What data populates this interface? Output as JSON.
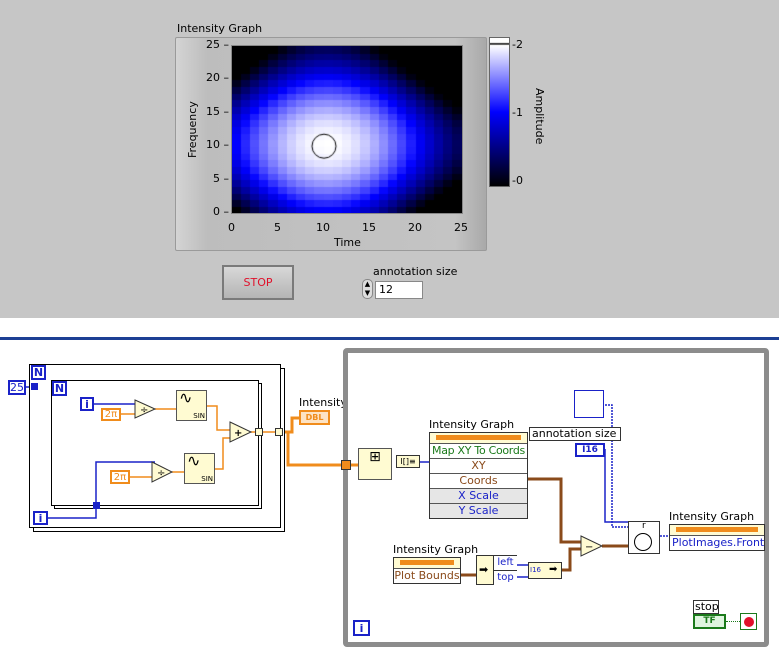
{
  "front_panel": {
    "graph": {
      "label": "Intensity Graph",
      "x_axis_label": "Time",
      "y_axis_label": "Frequency",
      "x_ticks": [
        "0",
        "5",
        "10",
        "15",
        "20",
        "25"
      ],
      "y_ticks": [
        "25",
        "20",
        "15",
        "10",
        "5",
        "0"
      ],
      "colorbar_label": "Amplitude",
      "colorbar_ticks": [
        "2",
        "1",
        "0"
      ],
      "grid_size": 25,
      "annotation_center": [
        10,
        10
      ],
      "colors": {
        "low": "#000000",
        "mid": "#0000ff",
        "high": "#ffffff"
      }
    },
    "stop_button": "STOP",
    "annotation_size": {
      "label": "annotation size",
      "value": "12"
    }
  },
  "block_diagram": {
    "loop_count_label": "N",
    "loop_count_value": "25",
    "iteration_label": "i",
    "two_pi": "2π",
    "sin_label": "SIN",
    "intensity_label": "Intensity",
    "dbl_terminal": "DBL",
    "property_node_top": {
      "label": "Intensity Graph",
      "rows": [
        "Map XY To Coords",
        "XY",
        "Coords",
        "X Scale",
        "Y Scale"
      ]
    },
    "annotation_label": "annotation size",
    "i16": "I16",
    "plot_bounds_node": {
      "label": "Intensity Graph",
      "row": "Plot Bounds"
    },
    "unbundle_rows": [
      "left",
      "top"
    ],
    "plot_images_node": {
      "label": "Intensity Graph",
      "row": "PlotImages.Front"
    },
    "circle_label": "r",
    "stop_label": "stop",
    "tf": "TF"
  }
}
